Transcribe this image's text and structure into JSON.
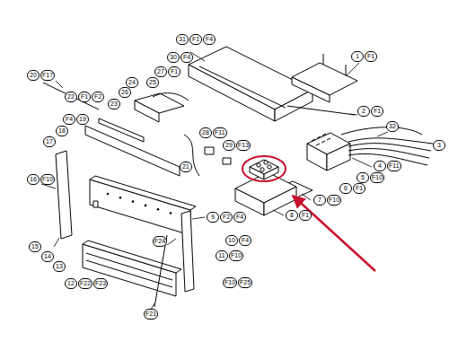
{
  "diagram": {
    "labels": [
      "31",
      "F1",
      "F4",
      "1",
      "F1",
      "2",
      "F1",
      "32",
      "3",
      "4",
      "F11",
      "5",
      "F10",
      "6",
      "F1",
      "7",
      "F10",
      "8",
      "F1",
      "20",
      "F17",
      "30",
      "F4",
      "27",
      "F1",
      "24",
      "25",
      "26",
      "23",
      "22",
      "F1",
      "F2",
      "F4",
      "19",
      "18",
      "17",
      "28",
      "F11",
      "29",
      "F13",
      "21",
      "16",
      "F10",
      "9",
      "F2",
      "F4",
      "10",
      "F4",
      "11",
      "F10",
      "15",
      "14",
      "13",
      "F24",
      "12",
      "F22",
      "F23",
      "F10",
      "F25",
      "F21"
    ]
  }
}
